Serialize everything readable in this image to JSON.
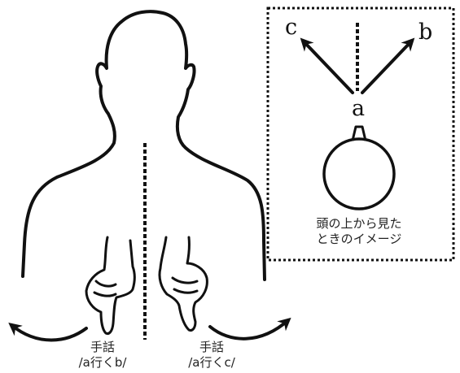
{
  "inset": {
    "label_a": "a",
    "label_b": "b",
    "label_c": "c",
    "caption_line1": "頭の上から見た",
    "caption_line2": "ときのイメージ"
  },
  "left_sign": {
    "word": "手話",
    "gloss": "/a行くb/",
    "arrow_direction": "left"
  },
  "right_sign": {
    "word": "手話",
    "gloss": "/a行くc/",
    "arrow_direction": "right"
  },
  "colors": {
    "line": "#111111",
    "background": "#ffffff"
  }
}
